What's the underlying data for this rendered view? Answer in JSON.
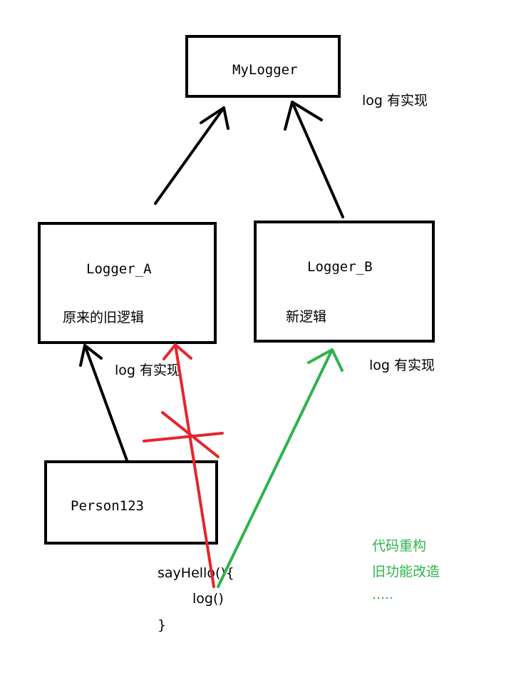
{
  "nodes": {
    "mylogger": {
      "label": "MyLogger"
    },
    "logger_a": {
      "label": "Logger_A",
      "note": "原来的旧逻辑"
    },
    "logger_b": {
      "label": "Logger_B",
      "note": "新逻辑"
    },
    "person": {
      "label": "Person123"
    }
  },
  "annotations": {
    "mylogger_impl": "log 有实现",
    "logger_a_impl": "log 有实现",
    "logger_b_impl": "log 有实现"
  },
  "code": {
    "line1": "sayHello(){",
    "line2": "log()",
    "line3": "}"
  },
  "side_notes": {
    "line1": "代码重构",
    "line2": "旧功能改造",
    "line3": "....."
  },
  "colors": {
    "box_border": "#000000",
    "arrow_black": "#000000",
    "arrow_red": "#e3262d",
    "arrow_green": "#2db34a"
  }
}
